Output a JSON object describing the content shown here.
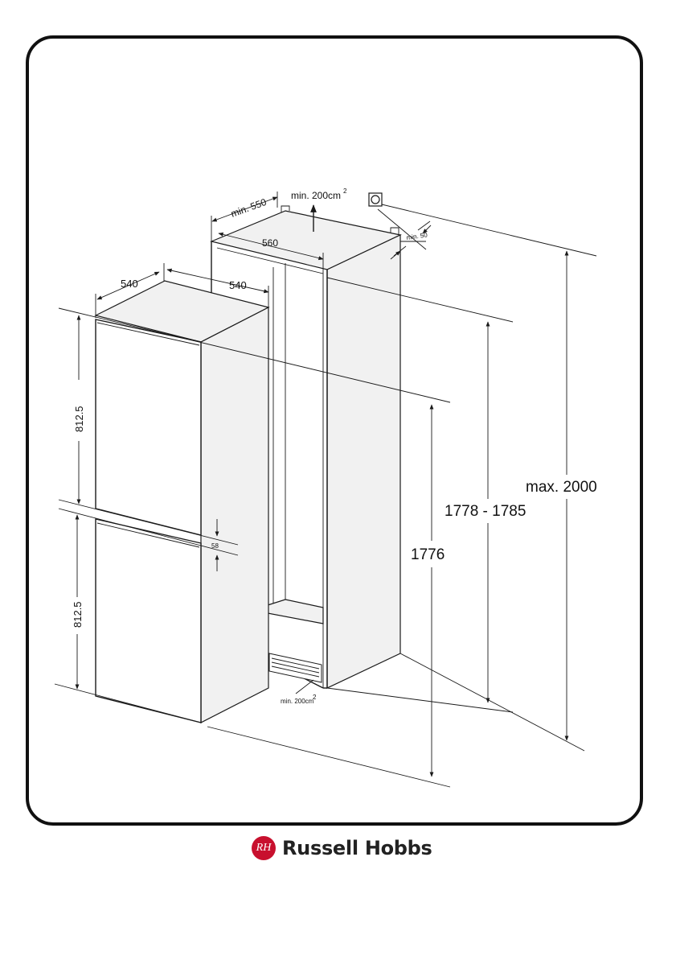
{
  "diagram": {
    "labels": {
      "min_550": "min. 550",
      "min_vent_top": "min. 200cm",
      "vent_sup": "2",
      "min_50": "min. 50",
      "w_560": "560",
      "depth_540": "540",
      "width_540": "540",
      "upper_812": "812.5",
      "lower_812": "812.5",
      "gap_58": "58",
      "h_1776": "1776",
      "h_1778": "1778 - 1785",
      "max_2000": "max. 2000",
      "min_vent_bottom": "min. 200cm",
      "vent_sup_bottom": "2"
    }
  },
  "brand": {
    "logo_text": "RH",
    "name": "Russell Hobbs"
  }
}
